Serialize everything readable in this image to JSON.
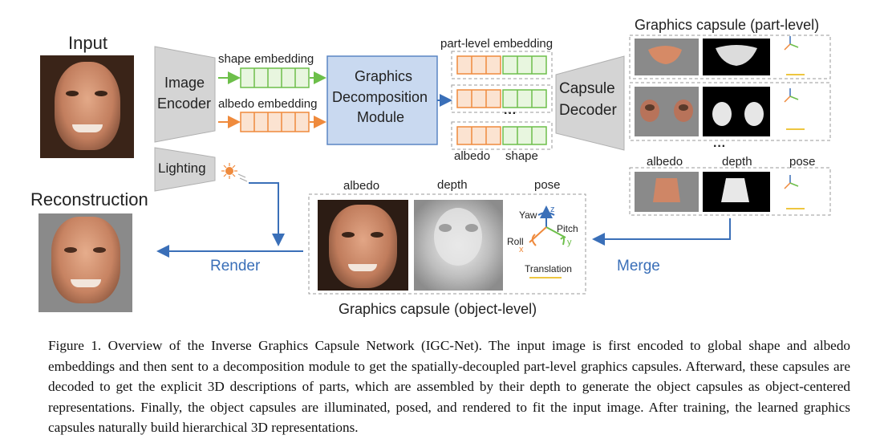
{
  "input_label": "Input",
  "reconstruction_label": "Reconstruction",
  "image_encoder": [
    "Image",
    "Encoder"
  ],
  "lighting": "Lighting",
  "shape_embedding": "shape embedding",
  "albedo_embedding": "albedo embedding",
  "graphics_decomposition": [
    "Graphics",
    "Decomposition",
    "Module"
  ],
  "part_level_embedding": "part-level embedding",
  "ellipsis": "···",
  "embed_albedo": "albedo",
  "embed_shape": "shape",
  "capsule_decoder": [
    "Capsule",
    "Decoder"
  ],
  "part_level_title": "Graphics capsule (part-level)",
  "part_albedo": "albedo",
  "part_depth": "depth",
  "part_pose": "pose",
  "object_level_title": "Graphics capsule (object-level)",
  "obj_albedo": "albedo",
  "obj_depth": "depth",
  "obj_pose": "pose",
  "render": "Render",
  "merge": "Merge",
  "pose_axes": {
    "yaw": "Yaw",
    "pitch": "Pitch",
    "roll": "Roll",
    "z": "z",
    "y": "y",
    "x": "x",
    "translation": "Translation"
  },
  "caption": "Figure 1. Overview of the Inverse Graphics Capsule Network (IGC-Net). The input image is first encoded to global shape and albedo embeddings and then sent to a decomposition module to get the spatially-decoupled part-level graphics capsules. Afterward, these capsules are decoded to get the explicit 3D descriptions of parts, which are assembled by their depth to generate the object capsules as object-centered representations. Finally, the object capsules are illuminated, posed, and rendered to fit the input image. After training, the learned graphics capsules naturally build hierarchical 3D representations.",
  "colors": {
    "shape": "#6dbf4a",
    "albedo": "#ef8a3c",
    "module": "#c9d9f0",
    "blue": "#3a6fb8",
    "encoder": "#d4d4d4"
  }
}
